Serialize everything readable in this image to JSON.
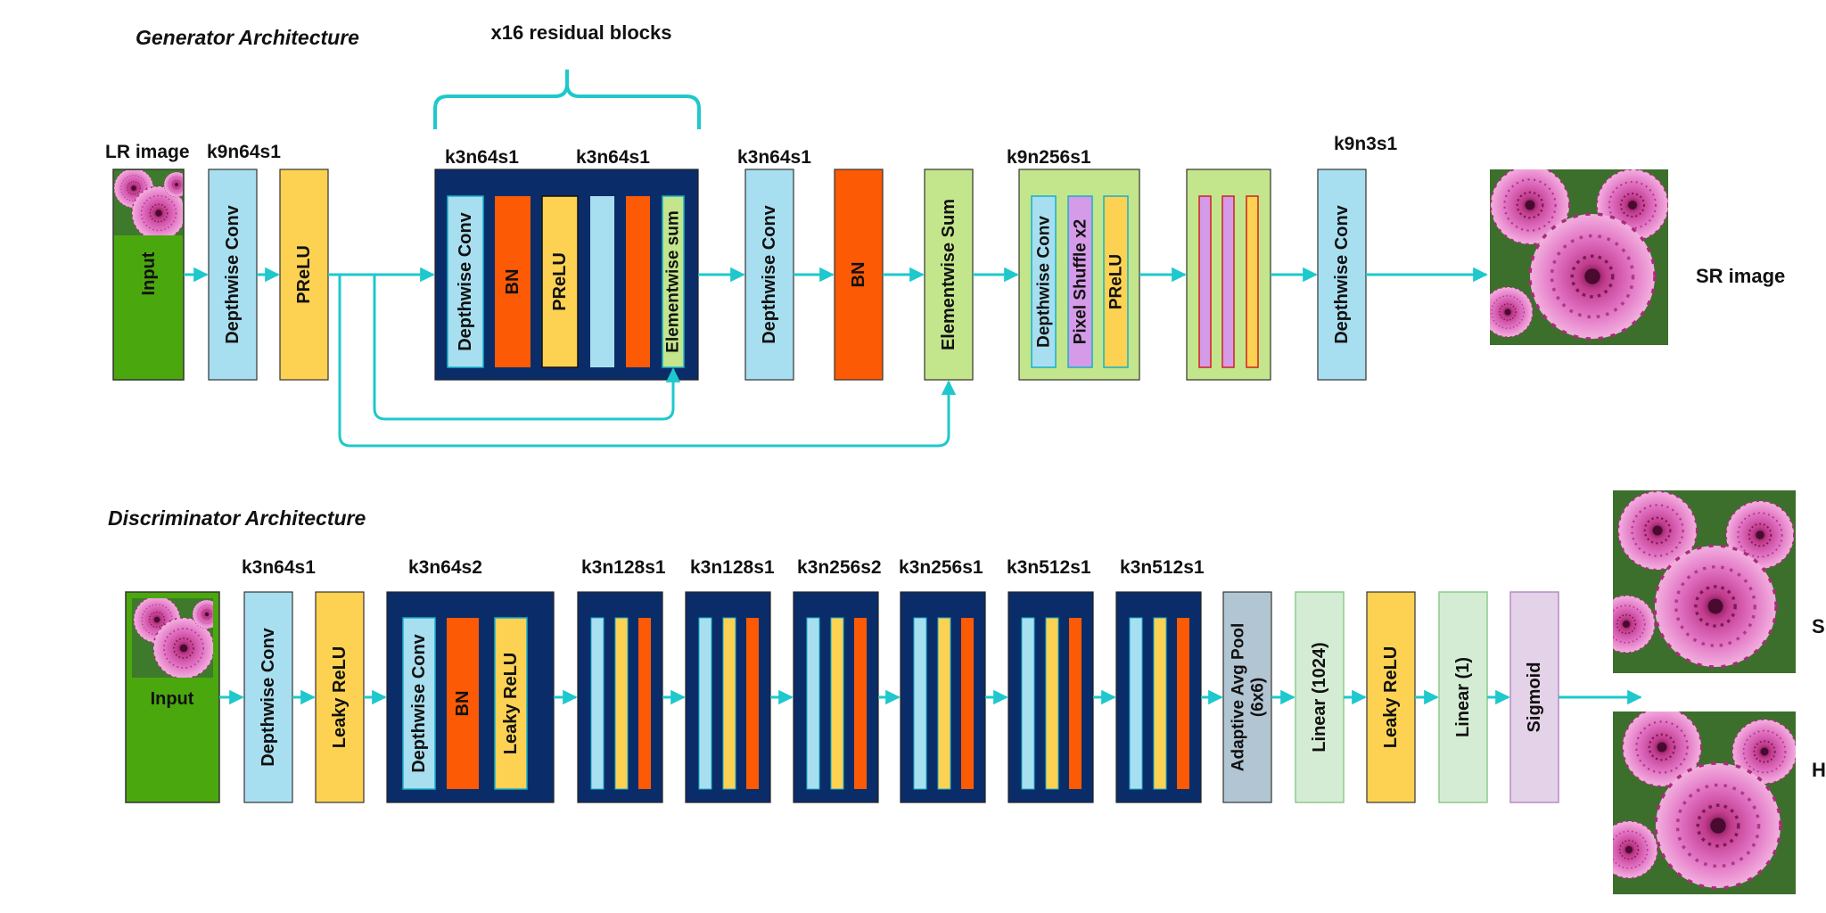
{
  "generator": {
    "title": "Generator Architecture",
    "residual_label": "x16 residual blocks",
    "lr_image_label": "LR image",
    "sr_image_label": "SR image",
    "labels": {
      "input_conv": "k9n64s1",
      "res_conv_a": "k3n64s1",
      "res_conv_b": "k3n64s1",
      "post_conv": "k3n64s1",
      "upsample": "k9n256s1",
      "final_conv": "k9n3s1"
    },
    "blocks": {
      "input": "Input",
      "depthwise_conv": "Depthwise Conv",
      "prelu": "PReLU",
      "bn": "BN",
      "elementwise_sum_small": "Elementwise sum",
      "elementwise_sum": "Elementwise Sum",
      "pixel_shuffle": "Pixel Shuffle x2"
    }
  },
  "discriminator": {
    "title": "Discriminator Architecture",
    "labels": [
      "k3n64s1",
      "k3n64s2",
      "k3n128s1",
      "k3n128s1",
      "k3n256s2",
      "k3n256s1",
      "k3n512s1",
      "k3n512s1"
    ],
    "blocks": {
      "input": "Input",
      "depthwise_conv": "Depthwise Conv",
      "leaky_relu": "Leaky ReLU",
      "bn": "BN",
      "adaptive_pool": "Adaptive Avg Pool",
      "adaptive_pool_size": "(6x6)",
      "linear_1024": "Linear (1024)",
      "linear_1": "Linear (1)",
      "sigmoid": "Sigmoid"
    },
    "output_labels": [
      "SR image",
      "HR image"
    ]
  },
  "colors": {
    "arrow": "#1ec8cc",
    "light_blue": "#a8dff0",
    "orange": "#fc5a05",
    "yellow": "#fdd253",
    "green": "#4ba70e",
    "light_green": "#c3e68c",
    "navy": "#0a2d6a",
    "purple": "#d59be8",
    "gray_blue": "#b2c5d2",
    "pale_green": "#d4ecd4",
    "lavender": "#e3d2e8"
  }
}
